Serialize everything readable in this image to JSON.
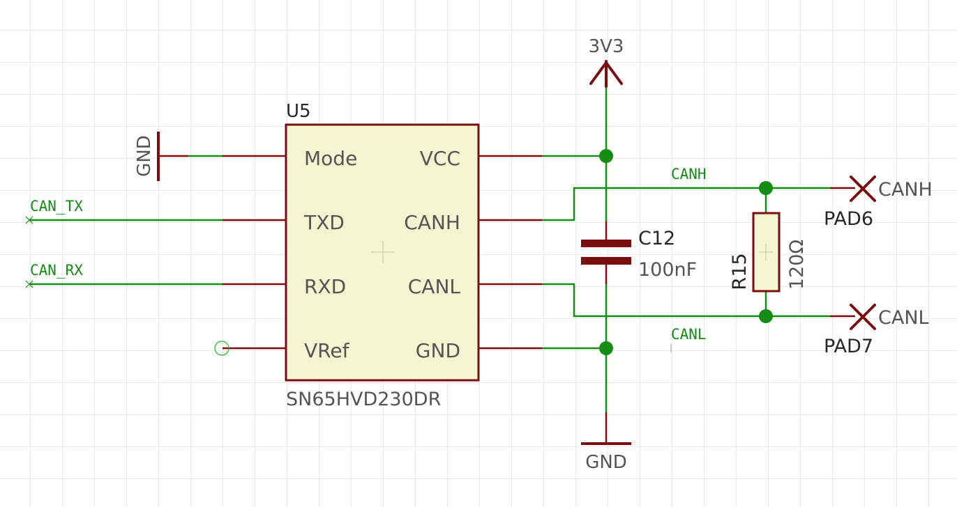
{
  "colors": {
    "grid": "#d4d4d4",
    "wire": "#138e13",
    "body": "#7a0d0d",
    "body_fill": "#f5f5d2",
    "text": "#545454",
    "text_dark": "#262626",
    "net_label": "#138e13"
  },
  "chip": {
    "ref": "U5",
    "value": "SN65HVD230DR",
    "left_pins": [
      "Mode",
      "TXD",
      "RXD",
      "VRef"
    ],
    "right_pins": [
      "VCC",
      "CANH",
      "CANL",
      "GND"
    ]
  },
  "power": {
    "supply": "3V3",
    "gnd_left": "GND",
    "gnd_bottom": "GND"
  },
  "capacitor": {
    "ref": "C12",
    "value": "100nF"
  },
  "resistor": {
    "ref": "R15",
    "value": "120Ω"
  },
  "net_labels": {
    "can_tx": "CAN_TX",
    "can_rx": "CAN_RX",
    "canh": "CANH",
    "canl": "CANL"
  },
  "pads": [
    {
      "ref": "PAD6",
      "net": "CANH"
    },
    {
      "ref": "PAD7",
      "net": "CANL"
    }
  ],
  "icons": [
    "no-connect-icon",
    "ground-symbol-icon",
    "power-arrow-icon",
    "junction-dot-icon",
    "pad-cross-icon"
  ]
}
